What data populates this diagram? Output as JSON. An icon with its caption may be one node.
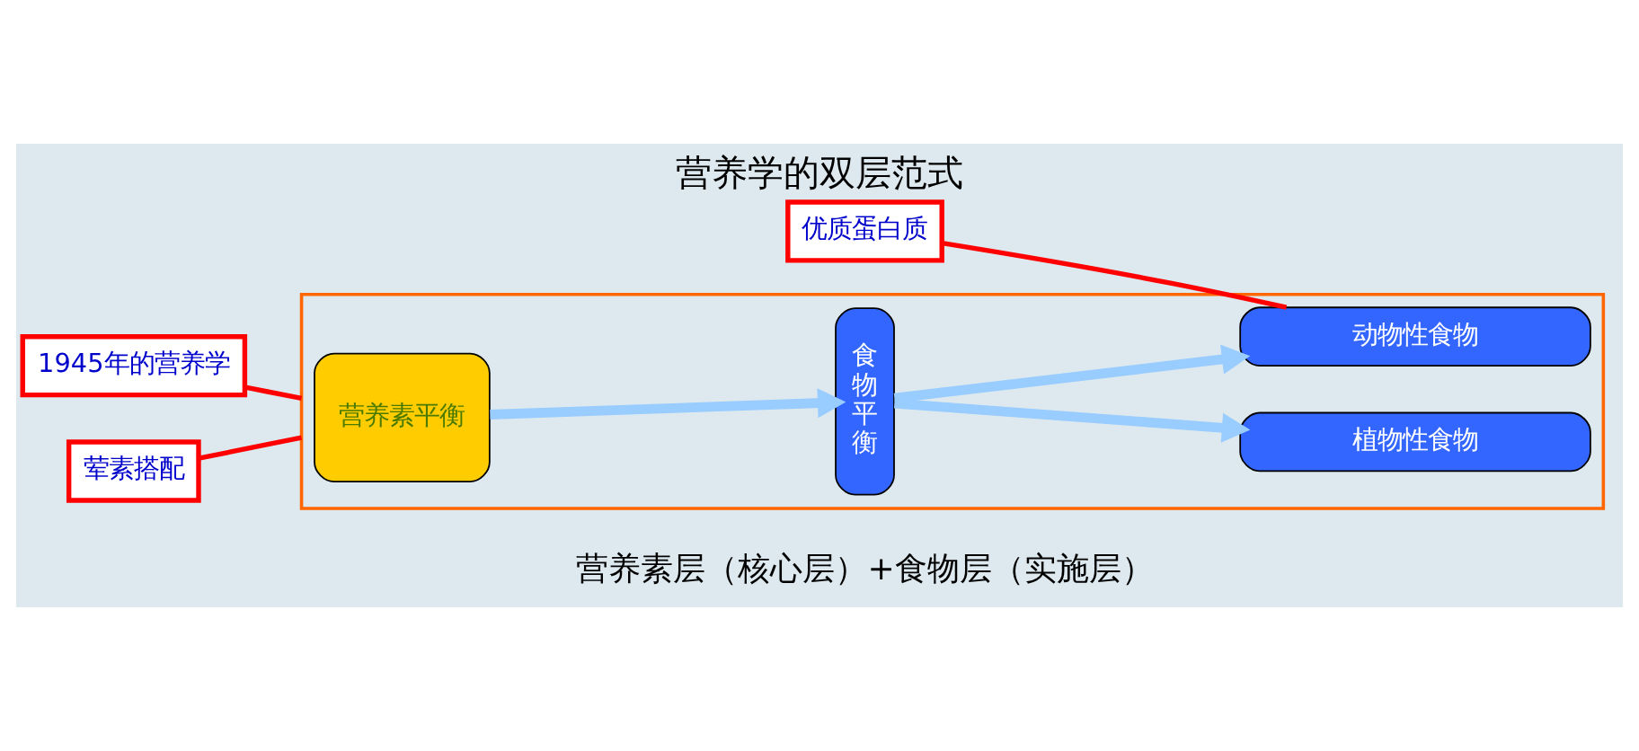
{
  "diagram": {
    "title": "营养学的双层范式",
    "caption": "营养素层（核心层）+食物层（实施层）",
    "nodes": [
      {
        "text": [],
        "shape": "box"
      },
      {
        "text": [
          "营养素平衡"
        ],
        "in": 0
      },
      {
        "text": [
          "食物平衡"
        ],
        "in": 0
      },
      {
        "text": [
          "动物性食物"
        ],
        "in": 0
      },
      {
        "text": [
          "植物性食物"
        ],
        "in": 0
      },
      {
        "text": [
          "1945年的营养学"
        ]
      },
      {
        "text": [
          "优质蛋白质"
        ]
      },
      {
        "text": [
          "荤素搭配"
        ]
      }
    ],
    "edges": [
      {
        "from": 1,
        "to": 2,
        "arrow": "to",
        "style": "thick"
      },
      {
        "from": 2,
        "to": 3,
        "arrow": "to",
        "style": "thick"
      },
      {
        "from": 2,
        "to": 4,
        "arrow": "to",
        "style": "thick"
      },
      {
        "from": 5,
        "to": 0,
        "arrow": "none",
        "color": "#ff0000"
      },
      {
        "from": 6,
        "to": 3,
        "arrow": "none",
        "color": "#ff0000"
      },
      {
        "from": 7,
        "to": 0,
        "arrow": "none",
        "color": "#ff0000"
      }
    ]
  }
}
